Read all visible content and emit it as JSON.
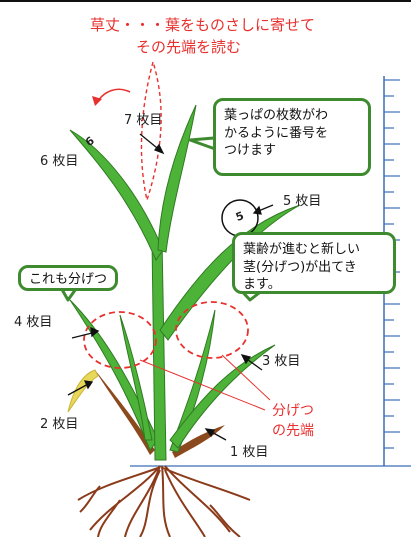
{
  "title_line1": "草丈・・・葉をものさしに寄せて",
  "title_line2": "その先端を読む",
  "leaf_labels": {
    "leaf1": "1 枚目",
    "leaf2": "2 枚目",
    "leaf3": "3 枚目",
    "leaf4": "4 枚目",
    "leaf5": "5 枚目",
    "leaf6": "6 枚目",
    "leaf7": "7 枚目"
  },
  "leaf_numbers": {
    "leaf5": "5",
    "leaf6": "6"
  },
  "callout_number": "葉っぱの枚数がわ\nかるように番号を\nつけます",
  "callout_tiller_age": "葉齢が進むと新しい\n茎(分げつ)が出てき\nます。",
  "callout_tiller_too": "これも分げつ",
  "tiller_tip_label_line1": "分げつ",
  "tiller_tip_label_line2": "の先端",
  "colors": {
    "red": "#e8312f",
    "leaf_green": "#4db338",
    "callout_border": "#3d8b2e",
    "ruler_blue": "#3b6fb6",
    "root_brown": "#8b3a1a",
    "yellow_leaf": "#e8d85a"
  }
}
